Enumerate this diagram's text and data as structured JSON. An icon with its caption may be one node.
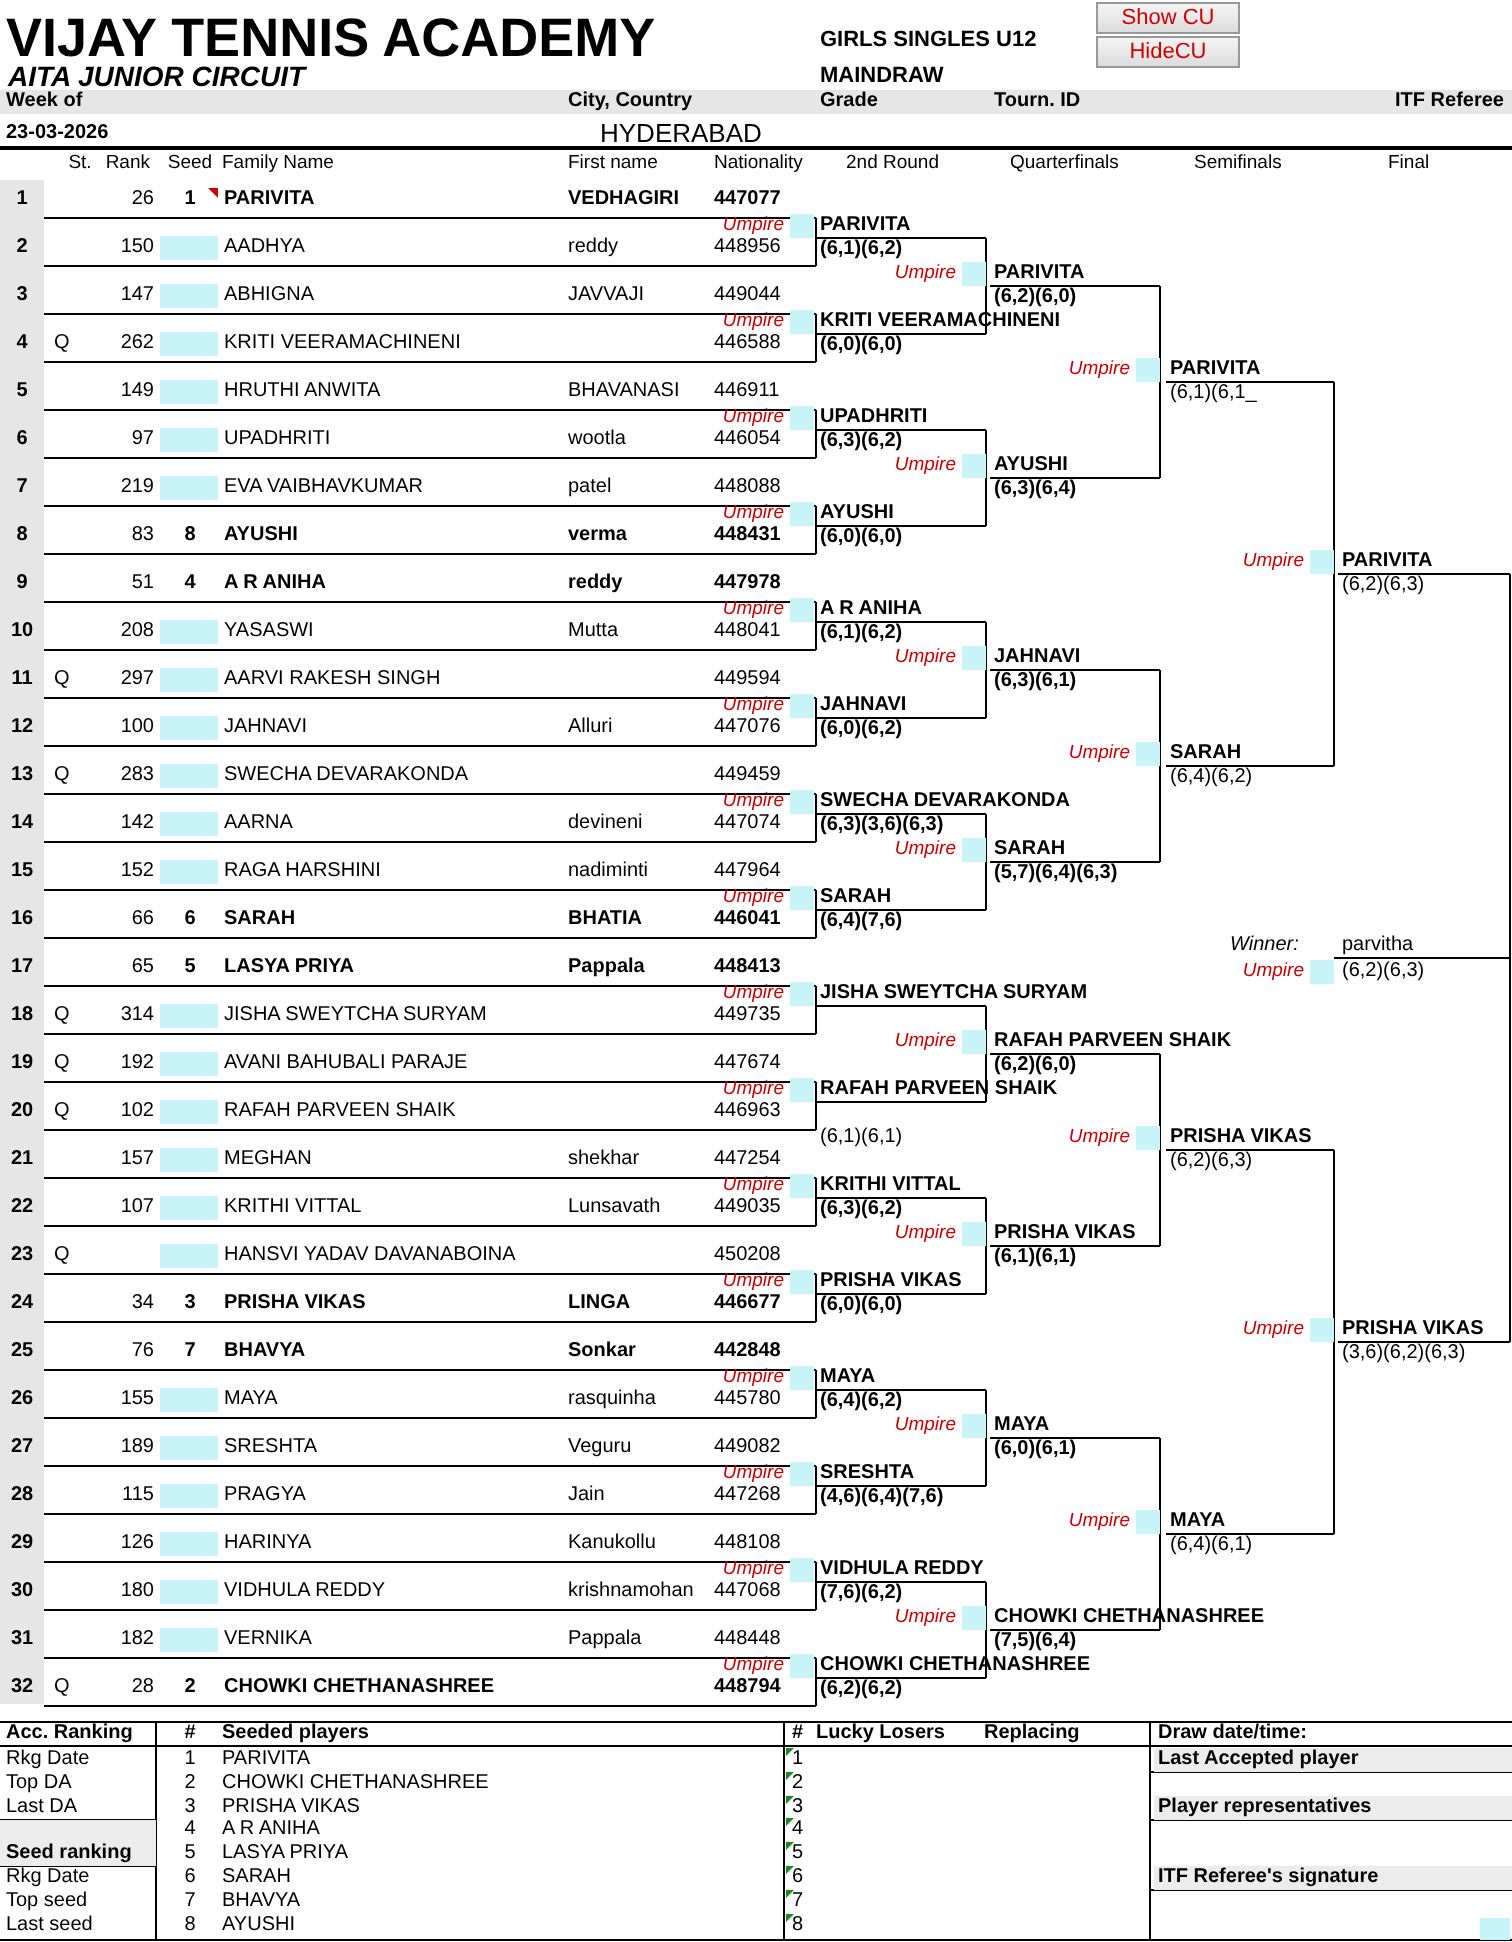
{
  "diagram": {
    "title": "VIJAY TENNIS ACADEMY",
    "labels": [
      "AITA JUNIOR CIRCUIT",
      "GIRLS SINGLES U12",
      "MAINDRAW",
      "Show CU",
      "HideCU",
      "Week of",
      "City, Country",
      "Grade",
      "Tourn. ID",
      "ITF Referee",
      "23-03-2026",
      "HYDERABAD",
      "St.",
      "Rank",
      "Seed",
      "Family Name",
      "First name",
      "Nationality",
      "2nd Round",
      "Quarterfinals",
      "Semifinals",
      "Final",
      "1",
      "26",
      "1",
      "PARIVITA",
      "VEDHAGIRI",
      "447077",
      "2",
      "150",
      "AADHYA",
      "reddy",
      "448956",
      "3",
      "147",
      "ABHIGNA",
      "JAVVAJI",
      "449044",
      "4",
      "Q",
      "262",
      "KRITI VEERAMACHINENI",
      "446588",
      "5",
      "149",
      "HRUTHI ANWITA",
      "BHAVANASI",
      "446911",
      "6",
      "97",
      "UPADHRITI",
      "wootla",
      "446054",
      "7",
      "219",
      "EVA VAIBHAVKUMAR",
      "patel",
      "448088",
      "8",
      "83",
      "8",
      "AYUSHI",
      "verma",
      "448431",
      "9",
      "51",
      "4",
      "A R ANIHA",
      "reddy",
      "447978",
      "10",
      "208",
      "YASASWI",
      "Mutta",
      "448041",
      "11",
      "Q",
      "297",
      "AARVI RAKESH SINGH",
      "449594",
      "12",
      "100",
      "JAHNAVI",
      "Alluri",
      "447076",
      "13",
      "Q",
      "283",
      "SWECHA DEVARAKONDA",
      "449459",
      "14",
      "142",
      "AARNA",
      "devineni",
      "447074",
      "15",
      "152",
      "RAGA HARSHINI",
      "nadiminti",
      "447964",
      "16",
      "66",
      "6",
      "SARAH",
      "BHATIA",
      "446041",
      "17",
      "65",
      "5",
      "LASYA PRIYA",
      "Pappala",
      "448413",
      "18",
      "Q",
      "314",
      "JISHA SWEYTCHA SURYAM",
      "449735",
      "19",
      "Q",
      "192",
      "AVANI BAHUBALI PARAJE",
      "447674",
      "20",
      "Q",
      "102",
      "RAFAH PARVEEN SHAIK",
      "446963",
      "21",
      "157",
      "MEGHAN",
      "shekhar",
      "447254",
      "22",
      "107",
      "KRITHI VITTAL",
      "Lunsavath",
      "449035",
      "23",
      "Q",
      "HANSVI YADAV DAVANABOINA",
      "450208",
      "24",
      "34",
      "3",
      "PRISHA VIKAS",
      "LINGA",
      "446677",
      "25",
      "76",
      "7",
      "BHAVYA",
      "Sonkar",
      "442848",
      "26",
      "155",
      "MAYA",
      "rasquinha",
      "445780",
      "27",
      "189",
      "SRESHTA",
      "Veguru",
      "449082",
      "28",
      "115",
      "PRAGYA",
      "Jain",
      "447268",
      "29",
      "126",
      "HARINYA",
      "Kanukollu",
      "448108",
      "30",
      "180",
      "VIDHULA REDDY",
      "krishnamohan",
      "447068",
      "31",
      "182",
      "VERNIKA",
      "Pappala",
      "448448",
      "32",
      "Q",
      "28",
      "2",
      "CHOWKI CHETHANASHREE",
      "448794",
      "Umpire",
      "PARIVITA",
      "(6,1)(6,2)",
      "Umpire",
      "KRITI VEERAMACHINENI",
      "(6,0)(6,0)",
      "Umpire",
      "UPADHRITI",
      "(6,3)(6,2)",
      "Umpire",
      "AYUSHI",
      "(6,0)(6,0)",
      "Umpire",
      "A R ANIHA",
      "(6,1)(6,2)",
      "Umpire",
      "JAHNAVI",
      "(6,0)(6,2)",
      "Umpire",
      "SWECHA DEVARAKONDA",
      "(6,3)(3,6)(6,3)",
      "Umpire",
      "SARAH",
      "(6,4)(7,6)",
      "Umpire",
      "JISHA SWEYTCHA SURYAM",
      "Umpire",
      "RAFAH PARVEEN SHAIK",
      "(6,1)(6,1)",
      "Umpire",
      "KRITHI VITTAL",
      "(6,3)(6,2)",
      "Umpire",
      "PRISHA VIKAS",
      "(6,0)(6,0)",
      "Umpire",
      "MAYA",
      "(6,4)(6,2)",
      "Umpire",
      "SRESHTA",
      "(4,6)(6,4)(7,6)",
      "Umpire",
      "VIDHULA REDDY",
      "(7,6)(6,2)",
      "Umpire",
      "CHOWKI CHETHANASHREE",
      "(6,2)(6,2)",
      "Umpire",
      "PARIVITA",
      "(6,2)(6,0)",
      "Umpire",
      "AYUSHI",
      "(6,3)(6,4)",
      "Umpire",
      "JAHNAVI",
      "(6,3)(6,1)",
      "Umpire",
      "SARAH",
      "(5,7)(6,4)(6,3)",
      "Umpire",
      "RAFAH PARVEEN SHAIK",
      "(6,2)(6,0)",
      "Umpire",
      "PRISHA VIKAS",
      "(6,1)(6,1)",
      "Umpire",
      "MAYA",
      "(6,0)(6,1)",
      "Umpire",
      "CHOWKI CHETHANASHREE",
      "(7,5)(6,4)",
      "Umpire",
      "PARIVITA",
      "(6,1)(6,1_",
      "Umpire",
      "SARAH",
      "(6,4)(6,2)",
      "Umpire",
      "PRISHA VIKAS",
      "(6,2)(6,3)",
      "Umpire",
      "MAYA",
      "(6,4)(6,1)",
      "Umpire",
      "PARIVITA",
      "(6,2)(6,3)",
      "Umpire",
      "PRISHA VIKAS",
      "(3,6)(6,2)(6,3)",
      "Winner:",
      "parvitha",
      "Umpire",
      "(6,2)(6,3)",
      "Acc. Ranking",
      "#",
      "Seeded players",
      "#",
      "Lucky Losers",
      "Replacing",
      "Draw date/time:",
      "Rkg Date",
      "1",
      "PARIVITA",
      "1",
      "Last Accepted player",
      "Top DA",
      "2",
      "CHOWKI CHETHANASHREE",
      "2",
      "Last DA",
      "3",
      "PRISHA VIKAS",
      "3",
      "Player representatives",
      "4",
      "A R ANIHA",
      "4",
      "Seed ranking",
      "5",
      "LASYA PRIYA",
      "5",
      "Rkg Date",
      "6",
      "SARAH",
      "6",
      "ITF Referee's signature",
      "Top seed",
      "7",
      "BHAVYA",
      "7",
      "Last seed",
      "8",
      "AYUSHI",
      "8"
    ]
  }
}
